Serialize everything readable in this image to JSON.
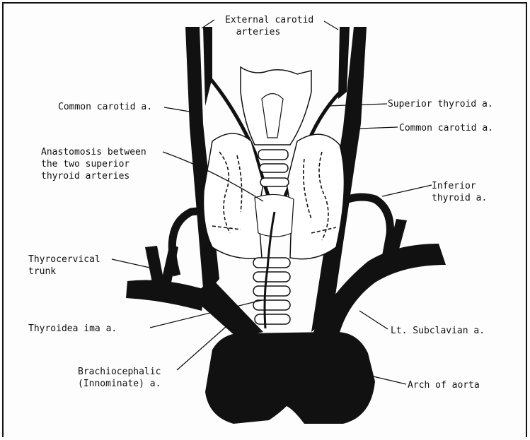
{
  "figure": {
    "labels": {
      "external_carotid": "External carotid\n  arteries",
      "common_carotid_left": "Common carotid a.",
      "anastomosis": "Anastomosis between\nthe two superior\nthyroid arteries",
      "thyrocervical": "Thyrocervical\ntrunk",
      "thyroidea_ima": "Thyroidea ima a.",
      "brachiocephalic": "Brachiocephalic\n(Innominate) a.",
      "superior_thyroid": "Superior thyroid a.",
      "common_carotid_right": "Common carotid a.",
      "inferior_thyroid": "Inferior\nthyroid a.",
      "lt_subclavian": "Lt. Subclavian a.",
      "arch_of_aorta": "Arch of aorta"
    },
    "colors": {
      "ink": "#111111",
      "paper": "#fdfdfd"
    }
  }
}
